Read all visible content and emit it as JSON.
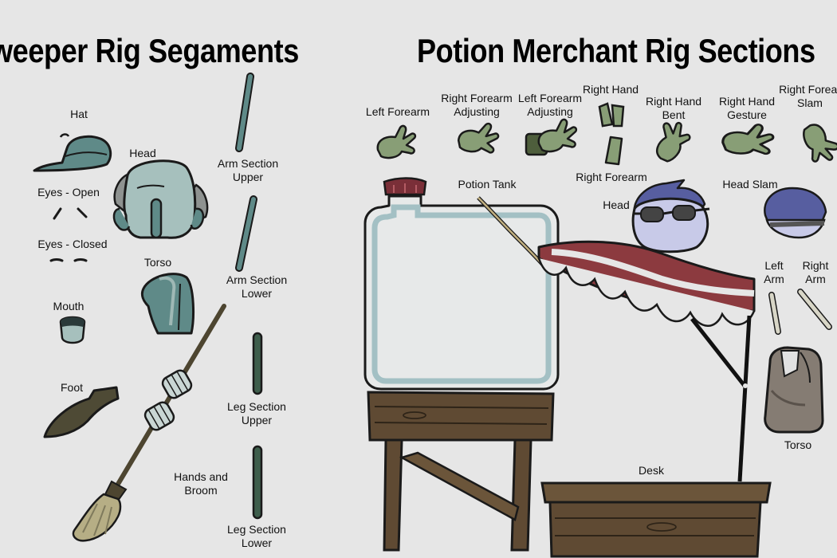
{
  "titles": {
    "left": "weeper Rig Segaments",
    "right": "Potion Merchant Rig Sections"
  },
  "sweeper_labels": {
    "hat": "Hat",
    "head": "Head",
    "eyes_open": "Eyes - Open",
    "eyes_closed": "Eyes - Closed",
    "torso": "Torso",
    "mouth": "Mouth",
    "foot": "Foot",
    "hands_and_broom": [
      "Hands and",
      "Broom"
    ],
    "arm_section_upper": [
      "Arm Section",
      "Upper"
    ],
    "arm_section_lower": [
      "Arm Section",
      "Lower"
    ],
    "leg_section_upper": [
      "Leg Section",
      "Upper"
    ],
    "leg_section_lower": [
      "Leg Section",
      "Lower"
    ]
  },
  "merchant_labels": {
    "left_forearm": "Left Forearm",
    "right_forearm_adjusting": [
      "Right Forearm",
      "Adjusting"
    ],
    "left_forearm_adjusting": [
      "Left Forearm",
      "Adjusting"
    ],
    "right_hand": "Right Hand",
    "right_hand_bent": [
      "Right Hand",
      "Bent"
    ],
    "right_hand_gesture": [
      "Right Hand",
      "Gesture"
    ],
    "right_forearm_slam": [
      "Right Forear",
      "Slam"
    ],
    "right_forearm": "Right Forearm",
    "potion_tank": "Potion Tank",
    "head": "Head",
    "head_slam": "Head Slam",
    "left_arm": [
      "Left",
      "Arm"
    ],
    "right_arm": [
      "Right",
      "Arm"
    ],
    "torso": "Torso",
    "desk": "Desk"
  },
  "colors": {
    "background": "#e6e6e6",
    "sweeper_teal": "#5f8a88",
    "merchant_green": "#889e76",
    "awning_red": "#8c3a3f",
    "wood_brown": "#5f4a33",
    "outline": "#1a1a1a"
  }
}
